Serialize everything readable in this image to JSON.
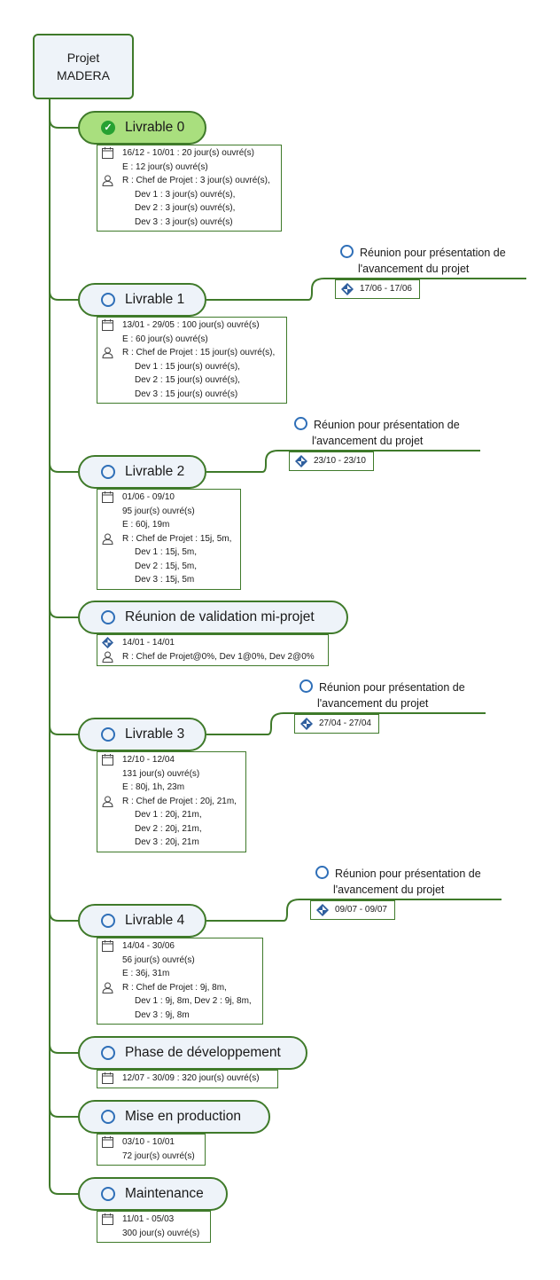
{
  "root": {
    "line1": "Projet",
    "line2": "MADERA"
  },
  "nodes": [
    {
      "title": "Livrable 0",
      "status": "done",
      "dates": "16/12 - 10/01 : 20 jour(s) ouvré(s)",
      "duration": "",
      "effort": "E : 12 jour(s) ouvré(s)",
      "resources": "R : Chef de Projet : 3 jour(s) ouvré(s),",
      "res_lines": [
        "Dev 1 : 3 jour(s) ouvré(s),",
        "Dev 2 : 3 jour(s) ouvré(s),",
        "Dev 3 : 3 jour(s) ouvré(s)"
      ]
    },
    {
      "title": "Livrable 1",
      "status": "open",
      "dates": "13/01 - 29/05 : 100 jour(s) ouvré(s)",
      "duration": "",
      "effort": "E : 60 jour(s) ouvré(s)",
      "resources": "R : Chef de Projet : 15 jour(s) ouvré(s),",
      "res_lines": [
        "Dev 1 : 15 jour(s) ouvré(s),",
        "Dev 2 : 15 jour(s) ouvré(s),",
        "Dev 3 : 15 jour(s) ouvré(s)"
      ]
    },
    {
      "title": "Livrable 2",
      "status": "open",
      "dates": "01/06 - 09/10",
      "duration": "95 jour(s) ouvré(s)",
      "effort": "E : 60j, 19m",
      "resources": "R : Chef de Projet : 15j, 5m,",
      "res_lines": [
        "Dev 1 : 15j, 5m,",
        "Dev 2 : 15j, 5m,",
        "Dev 3 : 15j, 5m"
      ]
    },
    {
      "title": "Réunion de validation mi-projet",
      "status": "open",
      "dates": "14/01 - 14/01",
      "resources": "R : Chef de Projet@0%, Dev 1@0%, Dev 2@0%"
    },
    {
      "title": "Livrable 3",
      "status": "open",
      "dates": "12/10 - 12/04",
      "duration": "131 jour(s) ouvré(s)",
      "effort": "E : 80j, 1h, 23m",
      "resources": "R : Chef de Projet : 20j, 21m,",
      "res_lines": [
        "Dev 1 : 20j, 21m,",
        "Dev 2 : 20j, 21m,",
        "Dev 3 : 20j, 21m"
      ]
    },
    {
      "title": "Livrable 4",
      "status": "open",
      "dates": "14/04 - 30/06",
      "duration": "56 jour(s) ouvré(s)",
      "effort": "E : 36j, 31m",
      "resources": "R : Chef de Projet : 9j, 8m,",
      "res_lines": [
        "Dev 1 : 9j, 8m, Dev 2 : 9j, 8m,",
        "Dev 3 : 9j, 8m"
      ]
    },
    {
      "title": "Phase de développement",
      "status": "open",
      "dates": "12/07 - 30/09 : 320 jour(s) ouvré(s)"
    },
    {
      "title": "Mise en production",
      "status": "open",
      "dates": "03/10 - 10/01",
      "duration": "72 jour(s) ouvré(s)"
    },
    {
      "title": "Maintenance",
      "status": "open",
      "dates": "11/01 - 05/03",
      "duration": "300 jour(s) ouvré(s)"
    }
  ],
  "milestones": [
    {
      "line1": "Réunion pour présentation de",
      "line2": "l'avancement du projet",
      "dates": "17/06 - 17/06"
    },
    {
      "line1": "Réunion pour présentation de",
      "line2": "l'avancement du projet",
      "dates": "23/10 - 23/10"
    },
    {
      "line1": "Réunion pour présentation de",
      "line2": "l'avancement du projet",
      "dates": "27/04 - 27/04"
    },
    {
      "line1": "Réunion pour présentation de",
      "line2": "l'avancement du projet",
      "dates": "09/07 - 09/07"
    }
  ],
  "colors": {
    "line": "#3f7a2a",
    "node_fill": "#eef3f9",
    "done_fill": "#a9df7e",
    "circle": "#2f6fb8",
    "diamond": "#2f5f9e"
  },
  "icons": {
    "calendar": "calendar-icon",
    "person": "person-icon",
    "milestone": "milestone-diamond-icon",
    "check": "check-circle-icon",
    "open": "open-circle-icon"
  }
}
